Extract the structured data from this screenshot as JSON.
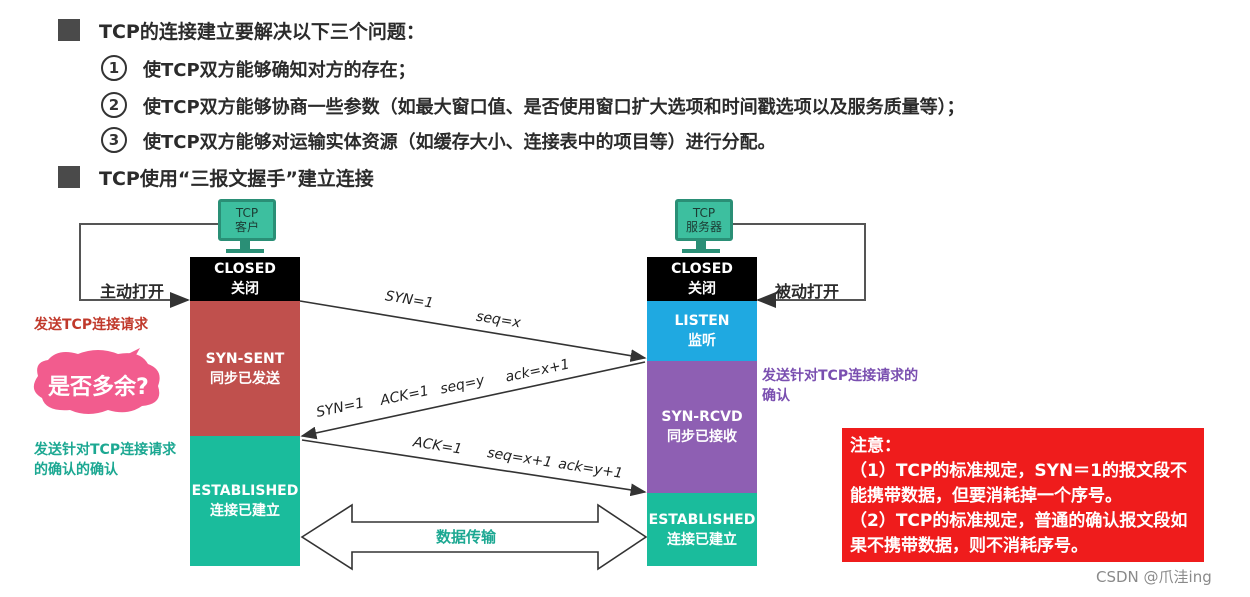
{
  "headings": {
    "h1": "TCP的连接建立要解决以下三个问题：",
    "h2": "TCP使用“三报文握手”建立连接"
  },
  "items": [
    {
      "num": "1",
      "text": "使TCP双方能够确知对方的存在；"
    },
    {
      "num": "2",
      "text": "使TCP双方能够协商一些参数（如最大窗口值、是否使用窗口扩大选项和时间戳选项以及服务质量等）；"
    },
    {
      "num": "3",
      "text": "使TCP双方能够对运输实体资源（如缓存大小、连接表中的项目等）进行分配。"
    }
  ],
  "client": {
    "pc_line1": "TCP",
    "pc_line2": "客户",
    "active_open": "主动打开",
    "states": [
      {
        "en": "CLOSED",
        "zh": "关闭",
        "color": "#000000"
      },
      {
        "en": "SYN-SENT",
        "zh": "同步已发送",
        "color": "#c0504d"
      },
      {
        "en": "ESTABLISHED",
        "zh": "连接已建立",
        "color": "#1abc9c"
      }
    ]
  },
  "server": {
    "pc_line1": "TCP",
    "pc_line2": "服务器",
    "passive_open": "被动打开",
    "states": [
      {
        "en": "CLOSED",
        "zh": "关闭",
        "color": "#000000"
      },
      {
        "en": "LISTEN",
        "zh": "监听",
        "color": "#1fa9e1"
      },
      {
        "en": "SYN-RCVD",
        "zh": "同步已接收",
        "color": "#8e5fb3"
      },
      {
        "en": "ESTABLISHED",
        "zh": "连接已建立",
        "color": "#1abc9c"
      }
    ]
  },
  "messages": {
    "m1_a": "SYN=1",
    "m1_b": "seq=x",
    "m2_a": "SYN=1",
    "m2_b": "ACK=1",
    "m2_c": "seq=y",
    "m2_d": "ack=x+1",
    "m3_a": "ACK=1",
    "m3_b": "seq=x+1",
    "m3_c": "ack=y+1"
  },
  "notes": {
    "send_request": "发送TCP连接请求",
    "redundant_q": "是否多余?",
    "send_ack_of_ack": "发送针对TCP连接请求的确认的确认",
    "send_ack": "发送针对TCP连接请求的确认",
    "data_transfer": "数据传输"
  },
  "warning": {
    "title": "注意：",
    "line1": "（1）TCP的标准规定，SYN＝1的报文段不能携带数据，但要消耗掉一个序号。",
    "line2": "（2）TCP的标准规定，普通的确认报文段如果不携带数据，则不消耗序号。"
  },
  "watermark": "CSDN @爪洼ing"
}
